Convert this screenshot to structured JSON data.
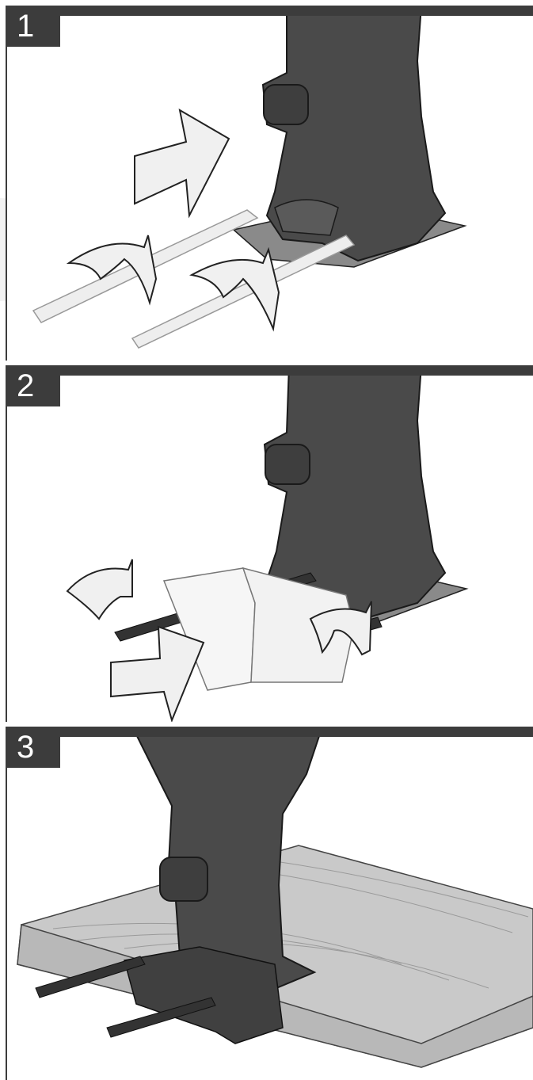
{
  "steps": [
    {
      "number": "1"
    },
    {
      "number": "2"
    },
    {
      "number": "3"
    }
  ],
  "colors": {
    "frame": "#3c3c3c",
    "tool_body": "#4a4a4a",
    "base_plate": "#8a8a8a",
    "rod_light": "#e8e8e8",
    "arrow_fill": "#f0f0f0",
    "wood": "#c9c9c9"
  }
}
